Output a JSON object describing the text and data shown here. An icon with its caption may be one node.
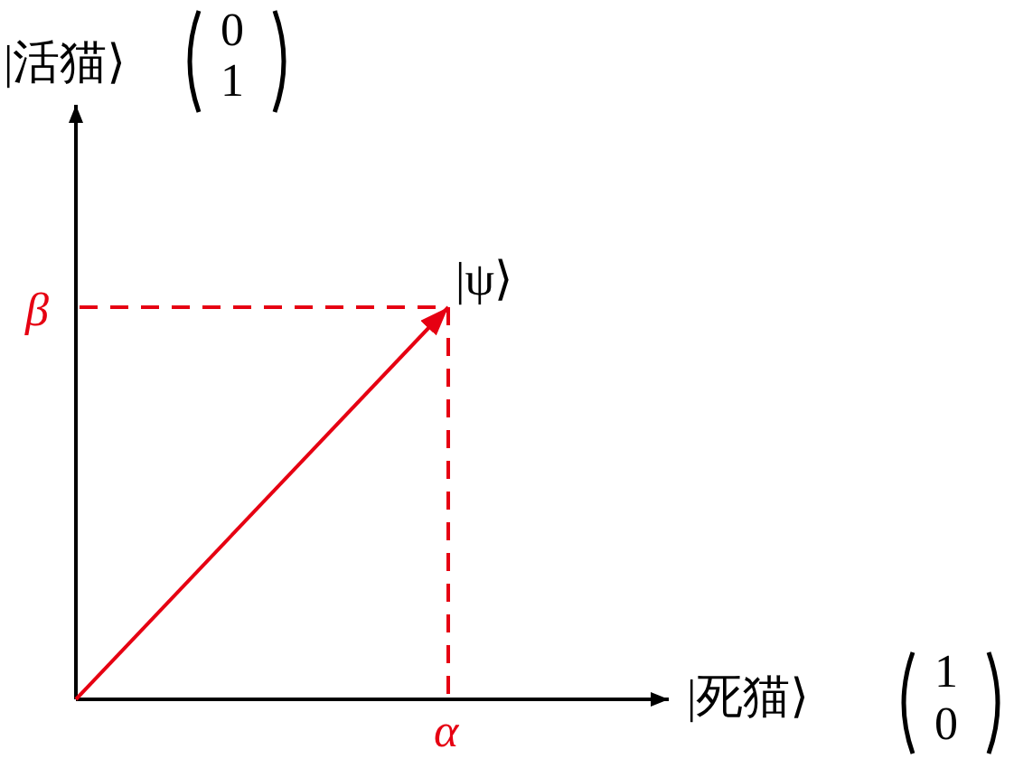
{
  "diagram": {
    "nodes": [
      {
        "text": [
          "|ψ⟩"
        ]
      },
      {
        "text": [
          "β"
        ]
      },
      {
        "text": [
          "α"
        ]
      }
    ],
    "edges": [
      {
        "from": null,
        "to": 0,
        "arrow": "to",
        "color": "#e60012"
      },
      {
        "from": 1,
        "to": 0,
        "arrow": "none",
        "style": "dashed",
        "color": "#e60012"
      },
      {
        "from": 0,
        "to": 2,
        "arrow": "none",
        "style": "dashed",
        "color": "#e60012"
      }
    ],
    "labels": [
      "|活猫⟩",
      "0",
      "1",
      "|死猫⟩",
      "1",
      "0"
    ]
  }
}
